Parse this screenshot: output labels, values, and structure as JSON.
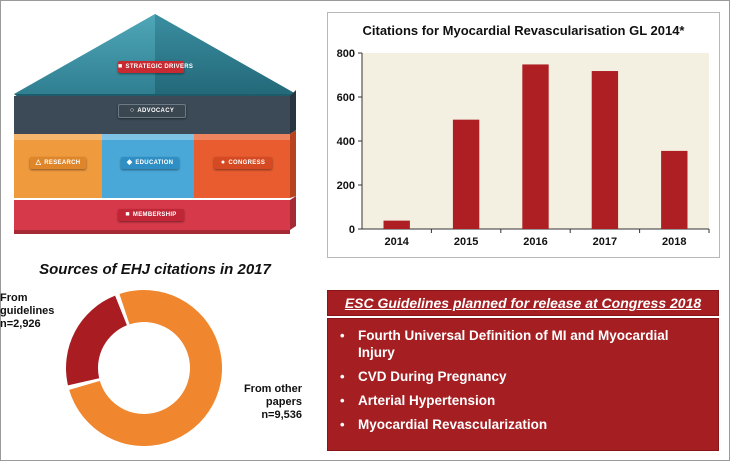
{
  "house": {
    "strategic_drivers": "STRATEGIC DRIVERS",
    "advocacy": "ADVOCACY",
    "research": "RESEARCH",
    "education": "EDUCATION",
    "congress": "CONGRESS",
    "membership": "MEMBERSHIP",
    "colors": {
      "roof": "#3a8ea0",
      "advocacy": "#3b4a56",
      "research": "#f09a3e",
      "education": "#4aa8d8",
      "congress": "#e85c30",
      "membership": "#d63a4a"
    },
    "icons": {
      "strategic_drivers": "person-icon",
      "advocacy": "circle-icon",
      "research": "flask-icon",
      "education": "graduation-cap-icon",
      "congress": "group-icon",
      "membership": "person-icon"
    }
  },
  "chart_data": [
    {
      "type": "bar",
      "title": "Citations for Myocardial Revascularisation GL 2014*",
      "categories": [
        "2014",
        "2015",
        "2016",
        "2017",
        "2018"
      ],
      "values": [
        38,
        497,
        748,
        718,
        355
      ],
      "ylim": [
        0,
        800
      ],
      "yticks": [
        0,
        200,
        400,
        600,
        800
      ],
      "bar_color": "#ad1f23",
      "background": "#f3efe1",
      "grid": false
    },
    {
      "type": "pie",
      "title": "Sources of EHJ citations in 2017",
      "slices": [
        {
          "label": "From guidelines",
          "value_text": "n=2,926",
          "value": 2926,
          "color": "#a81c22"
        },
        {
          "label": "From other papers",
          "value_text": "n=9,536",
          "value": 9536,
          "color": "#f0862e"
        }
      ]
    }
  ],
  "guidelines": {
    "header": "ESC Guidelines planned for release at Congress 2018",
    "bullet": "•",
    "items": [
      "Fourth Universal Definition of MI and Myocardial Injury",
      "CVD During Pregnancy",
      "Arterial Hypertension",
      "Myocardial Revascularization"
    ]
  }
}
